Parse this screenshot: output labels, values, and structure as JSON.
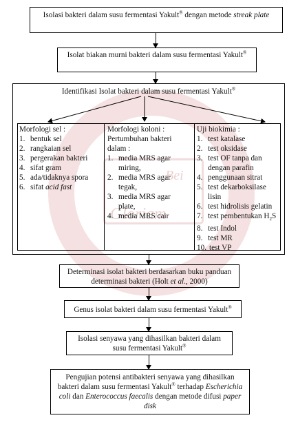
{
  "box1": {
    "a": "Isolasi bakteri dalam susu fermentasi Yakult",
    "sup": "®",
    "b": " dengan metode ",
    "c": "streak plate"
  },
  "box2": {
    "a": "Isolat biakan murni bakteri dalam susu fermentasi Yakult",
    "sup": "®"
  },
  "box3": {
    "a": "Identifikasi Isolat bakteri dalam susu fermentasi Yakult",
    "sup": "®"
  },
  "morfologi_sel": {
    "title": "Morfologi sel :",
    "items": [
      "bentuk sel",
      "rangkaian sel",
      "pergerakan bakteri",
      "sifat gram",
      "ada/tidaknya spora"
    ],
    "item6_a": "sifat ",
    "item6_b": "acid fast"
  },
  "morfologi_koloni": {
    "title": "Morfologi koloni :",
    "subtitle": "Pertumbuhan bakteri dalam :",
    "items": [
      "media MRS agar miring,",
      "media MRS agar tegak,",
      "media MRS agar plate,",
      "media MRS cair"
    ]
  },
  "uji_biokimia": {
    "title": "Uji biokimia :",
    "items": [
      "test katalase",
      "test oksidase",
      "test OF tanpa dan dengan parafin",
      "penggunaan sitrat",
      "test dekarboksilase lisin",
      "test hidrolisis gelatin"
    ],
    "item7": "test pembentukan H",
    "item7_sub": "2",
    "item7_end": "S",
    "items_b": [
      "test Indol",
      "test MR",
      "test VP"
    ]
  },
  "box4": {
    "a": "Determinasi isolat bakteri berdasarkan buku panduan determinasi bakteri (Holt ",
    "b": "et al",
    "c": "., 2000)"
  },
  "box5": {
    "a": "Genus isolat bakteri dalam susu fermentasi Yakult",
    "sup": "®"
  },
  "box6": {
    "a": "Isolasi senyawa yang dihasilkan bakteri dalam susu fermentasi Yakult",
    "sup": "®"
  },
  "box7": {
    "a": "Pengujian potensi antibakteri senyawa yang dihasilkan bakteri dalam susu fermentasi Yakult",
    "sup": "®",
    "b": " terhadap ",
    "c": "Escherichia coli",
    "d": " dan ",
    "e": "Enterococcus faecalis",
    "f": " dengan metode difusi ",
    "g": "paper disk"
  },
  "watermark": {
    "t1": "Bei",
    "t2": "Gloriam"
  },
  "colors": {
    "line": "#000000",
    "watermark": "#e2a8a8"
  }
}
